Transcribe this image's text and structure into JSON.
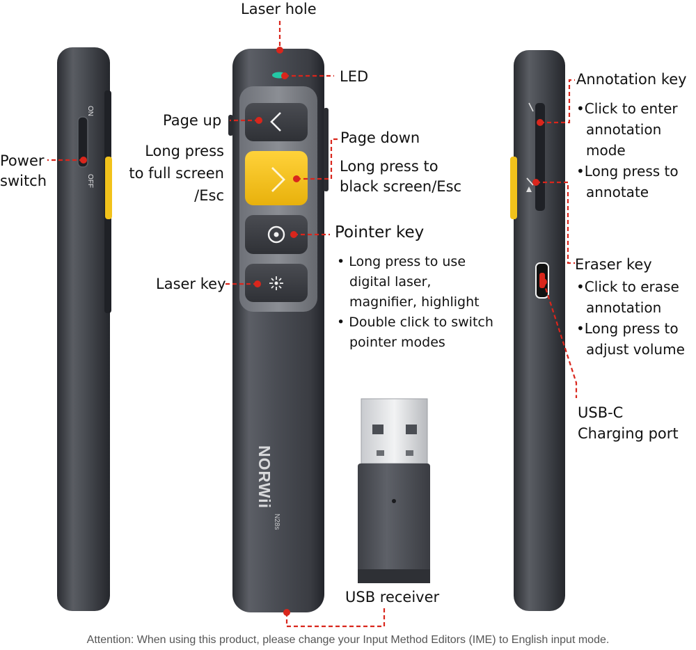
{
  "colors": {
    "leader": "#d9261c",
    "body_dark": "#3a3d44",
    "body_mid": "#6b6e75",
    "key_dark": "#3b3d42",
    "key_yellow": "#f2c21b",
    "led": "#23c9a5"
  },
  "device": {
    "brand": "NORWii",
    "model": "N28s"
  },
  "side_left": {
    "on": "ON",
    "off": "OFF"
  },
  "labels": {
    "laser_hole": "Laser hole",
    "led": "LED",
    "page_up": "Page up",
    "long_press_full_1": "Long press",
    "long_press_full_2": "to full screen",
    "long_press_full_3": "/Esc",
    "page_down": "Page down",
    "long_press_black_1": "Long press to",
    "long_press_black_2": "black screen/Esc",
    "pointer_key": "Pointer key",
    "laser_key": "Laser key",
    "power_1": "Power",
    "power_2": "switch",
    "usb_receiver": "USB receiver",
    "annotation_key": "Annotation key",
    "eraser_key": "Eraser key",
    "usbc_1": "USB-C",
    "usbc_2": "Charging port"
  },
  "pointer_bullets": [
    {
      "lines": [
        "Long press to use",
        "digital laser,",
        "magnifier, highlight"
      ]
    },
    {
      "lines": [
        "Double click to switch",
        "pointer modes"
      ]
    }
  ],
  "annotation_bullets": [
    {
      "lines": [
        "Click to enter",
        "annotation",
        "mode"
      ]
    },
    {
      "lines": [
        "Long press to",
        "annotate"
      ]
    }
  ],
  "eraser_bullets": [
    {
      "lines": [
        "Click to erase",
        "annotation"
      ]
    },
    {
      "lines": [
        "Long press to",
        "adjust volume"
      ]
    }
  ],
  "bullet_char": "•",
  "attention": "Attention: When using this product, please change your Input Method Editors (IME) to English input mode."
}
